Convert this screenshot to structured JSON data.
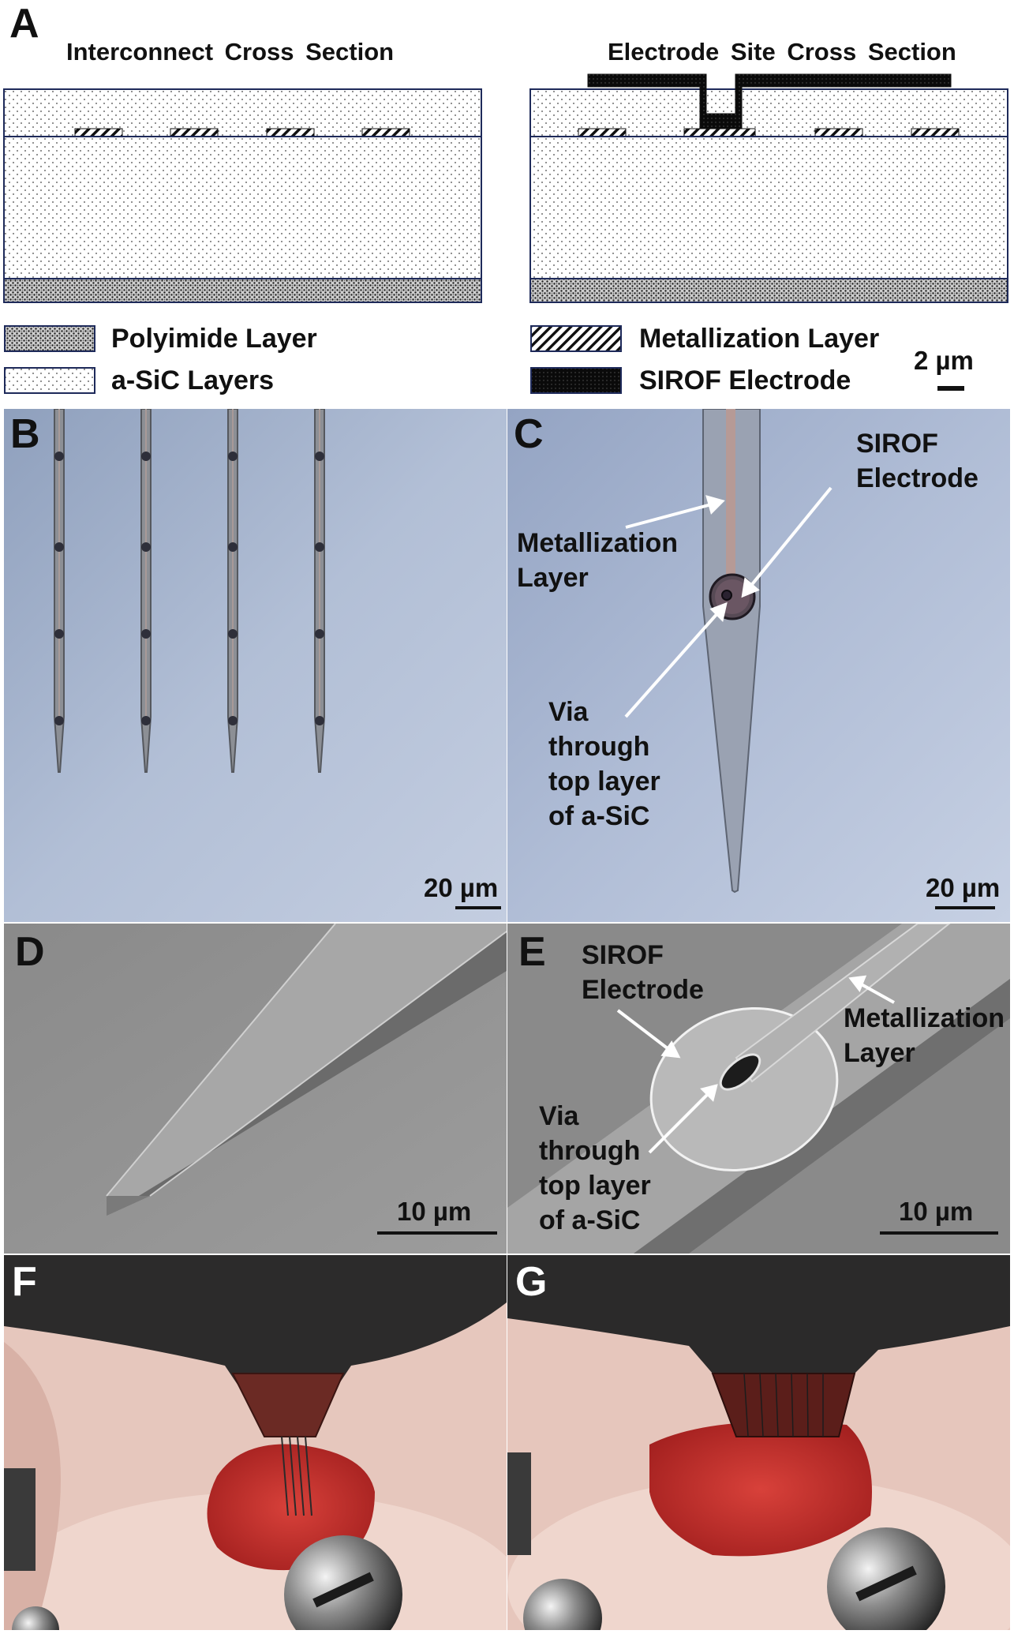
{
  "panel_a": {
    "label": "A",
    "left_title": "Interconnect  Cross  Section",
    "right_title": "Electrode  Site  Cross  Section",
    "legend": {
      "polyimide": "Polyimide Layer",
      "asic": "a-SiC Layers",
      "metallization": "Metallization Layer",
      "sirof": "SIROF Electrode"
    },
    "scale_bar": "2 µm"
  },
  "panel_b": {
    "label": "B",
    "scale_bar": "20 µm"
  },
  "panel_c": {
    "label": "C",
    "sirof_label": "SIROF\nElectrode",
    "metal_label": "Metallization\nLayer",
    "via_label": "Via\nthrough\ntop layer\nof a-SiC",
    "scale_bar": "20 µm"
  },
  "panel_d": {
    "label": "D",
    "scale_bar": "10 µm"
  },
  "panel_e": {
    "label": "E",
    "sirof_label": "SIROF\nElectrode",
    "metal_label": "Metallization\nLayer",
    "via_label": "Via\nthrough\ntop layer\nof a-SiC",
    "scale_bar": "10 µm"
  },
  "panel_f": {
    "label": "F"
  },
  "panel_g": {
    "label": "G"
  },
  "colors": {
    "optical_bg": "#a9b7cf",
    "sem_bg": "#8e8e8e",
    "tissue": "#e8c9bf",
    "blood": "#c9302c"
  }
}
